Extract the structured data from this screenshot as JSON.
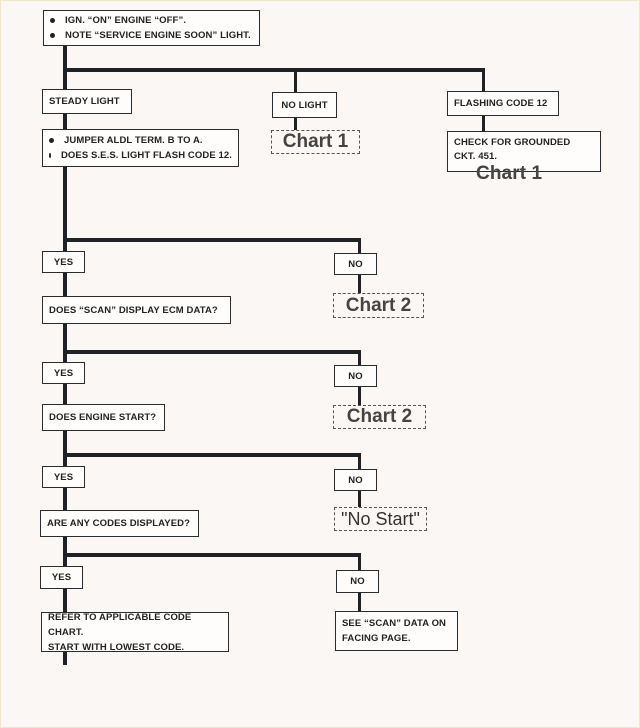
{
  "flowchart": {
    "start": {
      "lines": [
        "IGN. “ON” ENGINE  “OFF”.",
        "NOTE “SERVICE ENGINE SOON” LIGHT."
      ]
    },
    "branches": {
      "steady": {
        "label": "STEADY LIGHT",
        "action_lines": [
          "JUMPER  ALDL TERM. B TO A.",
          "DOES S.E.S. LIGHT FLASH CODE 12."
        ]
      },
      "no_light": {
        "label": "NO LIGHT",
        "ref": "Chart 1"
      },
      "flashing": {
        "label": "FLASHING CODE 12",
        "action": "CHECK FOR GROUNDED CKT. 451.",
        "ref": "Chart 1"
      }
    },
    "decisions": [
      {
        "yes": "YES",
        "no": "NO",
        "no_ref": "Chart 2",
        "question": "DOES “SCAN” DISPLAY ECM DATA?"
      },
      {
        "yes": "YES",
        "no": "NO",
        "no_ref": "Chart 2",
        "question": "DOES ENGINE START?"
      },
      {
        "yes": "YES",
        "no": "NO",
        "no_ref": "\"No Start\"",
        "question": "ARE ANY CODES DISPLAYED?"
      },
      {
        "yes": "YES",
        "no": "NO"
      }
    ],
    "final": {
      "yes_lines": [
        "REFER TO APPLICABLE CODE CHART.",
        "START WITH LOWEST CODE."
      ],
      "no_lines": [
        "SEE “SCAN” DATA ON",
        "FACING PAGE."
      ]
    }
  }
}
